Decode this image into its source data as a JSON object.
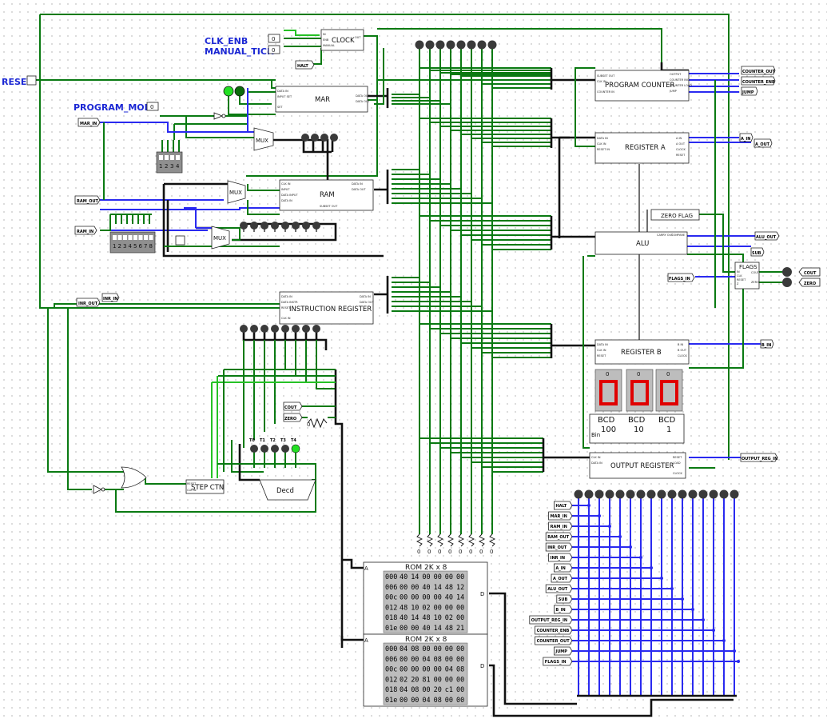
{
  "labels": {
    "clk_enb": "CLK_ENB",
    "manual_tick": "MANUAL_TICK",
    "reset": "RESET",
    "program_mode": "PROGRAM_MODE"
  },
  "components": {
    "clock": "CLOCK",
    "mar": "MAR",
    "ram": "RAM",
    "program_counter": "PROGRAM COUNTER",
    "register_a": "REGISTER A",
    "alu": "ALU",
    "zero_flag": "ZERO FLAG",
    "flags": "FLAGS",
    "instruction_register": "INSTRUCTION REGISTER",
    "register_b": "REGISTER B",
    "output_register": "OUTPUT REGISTER",
    "step_ctn": "STEP CTN",
    "decd": "Decd",
    "mux": "MUX"
  },
  "tunnels": {
    "halt": "HALT",
    "mar_in": "MAR_IN",
    "ram_out": "RAM_OUT",
    "ram_in": "RAM_IN",
    "inr_out": "INR_OUT",
    "inr_in": "INR_IN",
    "counter_out": "COUNTER_OUT",
    "counter_enb": "COUNTER_ENB",
    "jump": "JUMP",
    "a_in": "A_IN",
    "a_out": "A_OUT",
    "alu_out": "ALU_OUT",
    "sub": "SUB",
    "flags_in": "FLAGS_IN",
    "b_in": "B_IN",
    "output_reg_in": "OUTPUT_REG_IN",
    "cout": "COUT",
    "zero": "ZERO"
  },
  "outputs": {
    "cout": "COUT",
    "zero": "ZERO"
  },
  "pins": {
    "clock_in": [
      "IN",
      "ENB",
      "MANUAL"
    ],
    "clock_out": "OUT",
    "mar_in": [
      "DATA IN",
      "INPUT SET",
      "SET"
    ],
    "mar_out": [
      "DATA OUT",
      "DATA OUT"
    ],
    "ram_in": [
      "CLK IN",
      "INPUT",
      "DATA INPUT",
      "DATA IN"
    ],
    "ram_out": [
      "DATA IN",
      "DATA OUT",
      "SUBSET OUT"
    ],
    "pc_in": [
      "SUBSET OUT",
      "CLK IN",
      "COUNTER IN"
    ],
    "pc_out": [
      "OUTPUT",
      "COUNTER INC",
      "COUNTER LOAD",
      "JUMP"
    ],
    "a_in": [
      "DATA IN",
      "CLK IN",
      "RESET IN"
    ],
    "a_out": [
      "A IN",
      "A OUT",
      "CLOCK",
      "RESET"
    ],
    "alu_in": [
      "CARRY OUT",
      "COMPARE"
    ],
    "ir_in": [
      "DATA IN",
      "DATA INSTR",
      "RESET",
      "CLK IN"
    ],
    "ir_out": [
      "DATA IN",
      "DATA OUT"
    ],
    "b_in": [
      "DATA IN",
      "CLK IN",
      "RESET"
    ],
    "b_out": [
      "B IN",
      "B OUT",
      "CLOCK"
    ],
    "or_in": [
      "CLK IN",
      "DATA IN"
    ],
    "or_out": [
      "RESET",
      "LOAD",
      "CLOCK"
    ],
    "flags_in": [
      "IN",
      "CLK",
      "RESET",
      "Z"
    ],
    "flags_out": [
      "COUT",
      "ZERO"
    ],
    "step_in": [
      "RESET",
      "CLK IN"
    ]
  },
  "constants": {
    "zero_bit": "0"
  },
  "display": {
    "digits": [
      "0",
      "0",
      "0"
    ],
    "bcd_label": "BCD",
    "place_values": [
      "100",
      "10",
      "1"
    ],
    "bin_label": "Bin"
  },
  "dips": {
    "mar": [
      "1",
      "2",
      "3",
      "4"
    ],
    "ram": [
      "1",
      "2",
      "3",
      "4",
      "5",
      "6",
      "7",
      "8"
    ]
  },
  "step_labels": [
    "T0",
    "T1",
    "T2",
    "T3",
    "T4"
  ],
  "rom1": {
    "title": "ROM 2K x 8",
    "rows": [
      {
        "addr": "000",
        "cells": [
          "40",
          "14",
          "00",
          "00",
          "00",
          "00"
        ]
      },
      {
        "addr": "006",
        "cells": [
          "00",
          "00",
          "40",
          "14",
          "48",
          "12"
        ]
      },
      {
        "addr": "00c",
        "cells": [
          "00",
          "00",
          "00",
          "00",
          "40",
          "14"
        ]
      },
      {
        "addr": "012",
        "cells": [
          "48",
          "10",
          "02",
          "00",
          "00",
          "00"
        ]
      },
      {
        "addr": "018",
        "cells": [
          "40",
          "14",
          "48",
          "10",
          "02",
          "00"
        ]
      },
      {
        "addr": "01e",
        "cells": [
          "00",
          "00",
          "40",
          "14",
          "48",
          "21"
        ]
      }
    ]
  },
  "rom2": {
    "title": "ROM 2K x 8",
    "rows": [
      {
        "addr": "000",
        "cells": [
          "04",
          "08",
          "00",
          "00",
          "00",
          "00"
        ]
      },
      {
        "addr": "006",
        "cells": [
          "00",
          "00",
          "04",
          "08",
          "00",
          "00"
        ]
      },
      {
        "addr": "00c",
        "cells": [
          "00",
          "00",
          "00",
          "00",
          "04",
          "08"
        ]
      },
      {
        "addr": "012",
        "cells": [
          "02",
          "20",
          "81",
          "00",
          "00",
          "00"
        ]
      },
      {
        "addr": "018",
        "cells": [
          "04",
          "08",
          "00",
          "20",
          "c1",
          "00"
        ]
      },
      {
        "addr": "01e",
        "cells": [
          "00",
          "00",
          "04",
          "08",
          "00",
          "00"
        ]
      }
    ]
  },
  "rom_ports": {
    "a": "A",
    "d": "D"
  },
  "control_signals": [
    "HALT",
    "MAR_IN",
    "RAM_IN",
    "RAM_OUT",
    "INR_OUT",
    "INR_IN",
    "A_IN",
    "A_OUT",
    "ALU_OUT",
    "SUB",
    "B_IN",
    "OUTPUT_REG_IN",
    "COUNTER_ENB",
    "COUNTER_OUT",
    "JUMP",
    "FLAGS_IN"
  ],
  "colors": {
    "wire_dark": "#0a7a12",
    "wire_light": "#26c226",
    "bus_blue": "#2a2af0",
    "bus_black": "#111111",
    "led_red": "#e00000",
    "label_blue": "#1c28d4"
  }
}
